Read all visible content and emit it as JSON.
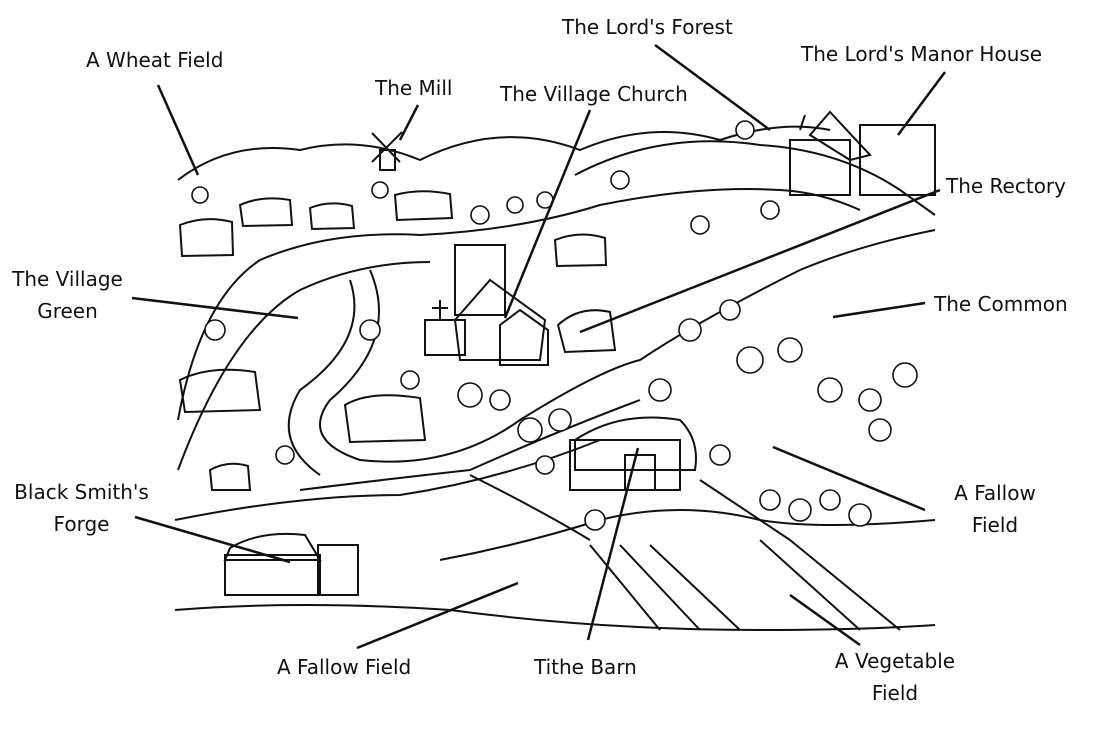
{
  "labels": {
    "wheat_field": "A Wheat Field",
    "mill": "The Mill",
    "church": "The Village Church",
    "forest": "The Lord's Forest",
    "manor": "The Lord's Manor House",
    "rectory": "The Rectory",
    "green_1": "The Village",
    "green_2": "Green",
    "common": "The Common",
    "forge_1": "Black Smith's",
    "forge_2": "Forge",
    "fallow_right_1": "A Fallow",
    "fallow_right_2": "Field",
    "fallow_bottom": "A Fallow Field",
    "tithe_barn": "Tithe Barn",
    "vegetable_1": "A Vegetable",
    "vegetable_2": "Field"
  },
  "colors": {
    "ink": "#111111",
    "paper": "#ffffff"
  }
}
